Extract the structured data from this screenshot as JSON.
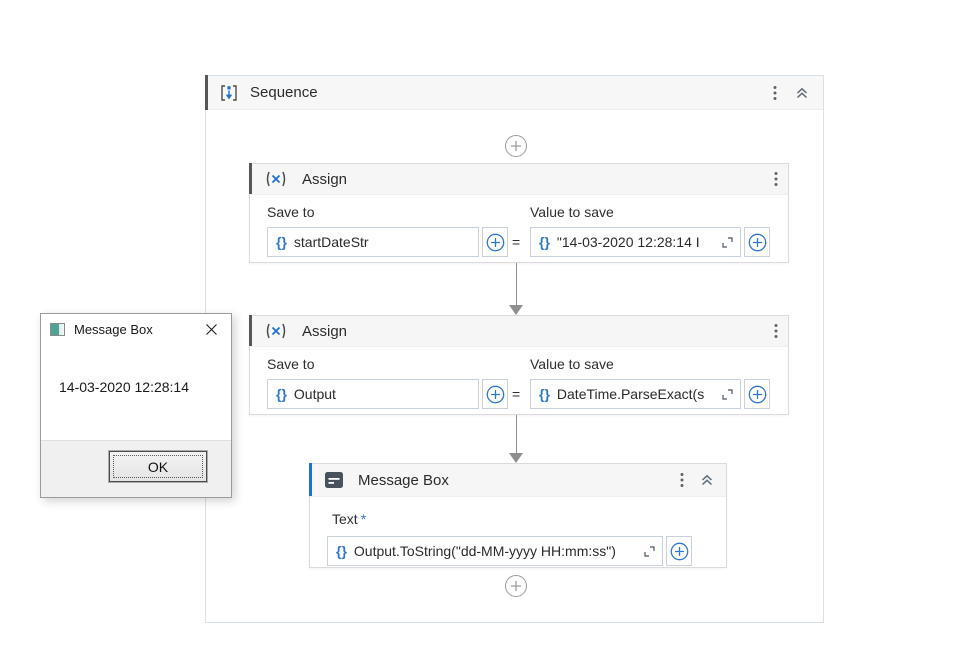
{
  "ui": {
    "equals": "="
  },
  "icons": {
    "variable_glyph": "{}"
  },
  "colors": {
    "accent_blue": "#2e77d0",
    "accent_dark": "#55585b",
    "header_bg": "#f6f6f6",
    "arrow_gray": "#8f8f8f",
    "dialog_icon_teal": "#4da496"
  },
  "sequence": {
    "title": "Sequence"
  },
  "assign1": {
    "title": "Assign",
    "save_to_label": "Save to",
    "value_to_save_label": "Value to save",
    "save_to_value": "startDateStr",
    "value_to_save_value": "\"14-03-2020 12:28:14 I"
  },
  "assign2": {
    "title": "Assign",
    "save_to_label": "Save to",
    "value_to_save_label": "Value to save",
    "save_to_value": "Output",
    "value_to_save_value": "DateTime.ParseExact(s"
  },
  "message_box_activity": {
    "title": "Message Box",
    "text_label": "Text",
    "required_marker": "*",
    "text_value": "Output.ToString(\"dd-MM-yyyy HH:mm:ss\")"
  },
  "dialog": {
    "title": "Message Box",
    "message": "14-03-2020 12:28:14",
    "ok_label": "OK"
  }
}
